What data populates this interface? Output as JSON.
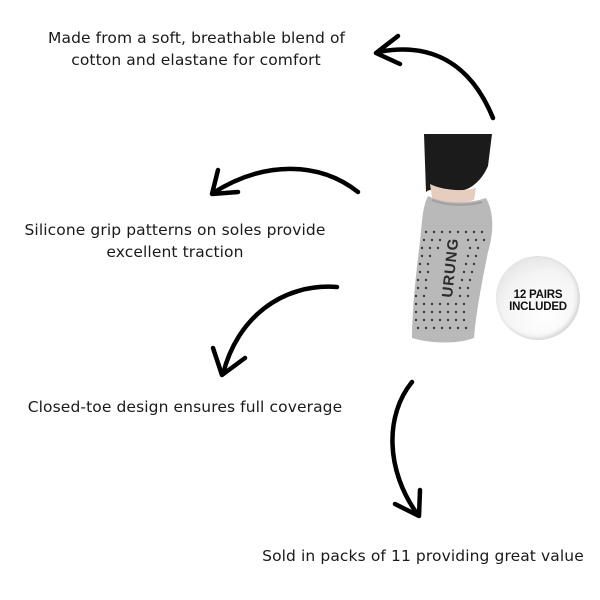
{
  "features": [
    {
      "lines": [
        "Made from a soft, breathable blend of",
        "cotton and elastane for comfort"
      ]
    },
    {
      "lines": [
        "Silicone grip patterns on soles provide",
        "excellent traction"
      ]
    },
    {
      "lines": [
        "Closed-toe design ensures full coverage"
      ]
    },
    {
      "lines": [
        "Sold in packs of 11 providing great value"
      ]
    }
  ],
  "badge": {
    "lines": [
      "12 PAIRS",
      "INCLUDED"
    ]
  },
  "product": {
    "brand_mark": "URUNG"
  },
  "icons": [
    "curved-arrow-icon",
    "curved-arrow-icon",
    "curved-arrow-icon",
    "curved-arrow-icon"
  ],
  "colors": {
    "text": "#1a1a1a",
    "sock": "#b9b9b9",
    "legging": "#1b1b1b",
    "arrow": "#000000"
  }
}
